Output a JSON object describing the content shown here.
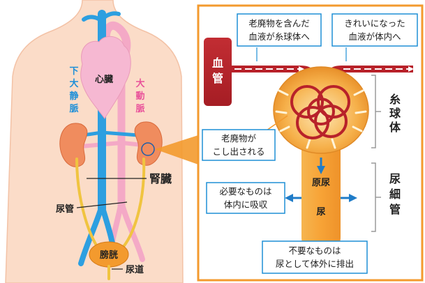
{
  "colors": {
    "skin": "#fbdcc8",
    "skin_edge": "#f3c2a6",
    "vein": "#2d9fe0",
    "artery": "#f4a9c6",
    "heart": "#f6b8d2",
    "kidney": "#f08c5e",
    "ureter": "#f0c440",
    "bladder": "#f39a2e",
    "panel_border": "#f39a2e",
    "vessel_red": "#b8222a",
    "tubule": "#f4a93a",
    "arrow_blue": "#1f7cc8",
    "callout_border": "#1f8fd6",
    "label_blue": "#1e8fd8",
    "label_pink": "#e9529a",
    "bracket": "#9a9a9a"
  },
  "body_labels": {
    "heart": "心臓",
    "vena_cava": [
      "下",
      "大",
      "静",
      "脈"
    ],
    "aorta": [
      "大",
      "動",
      "脈"
    ],
    "kidney": "腎臓",
    "ureter": "尿管",
    "bladder": "膀胱",
    "urethra": "尿道"
  },
  "detail_labels": {
    "blood_vessel": [
      "血",
      "管"
    ],
    "glomerulus": [
      "糸",
      "球",
      "体"
    ],
    "renal_tubule": [
      "尿",
      "細",
      "管"
    ],
    "primary_urine": "原尿",
    "urine": "尿"
  },
  "callouts": {
    "waste_blood": [
      "老廃物を含んだ",
      "血液が糸球体へ"
    ],
    "clean_blood": [
      "きれいになった",
      "血液が体内へ"
    ],
    "filtered": [
      "老廃物が",
      "こし出される"
    ],
    "reabsorb": [
      "必要なものは",
      "体内に吸収"
    ],
    "excrete": [
      "不要なものは",
      "尿として体外に排出"
    ]
  }
}
